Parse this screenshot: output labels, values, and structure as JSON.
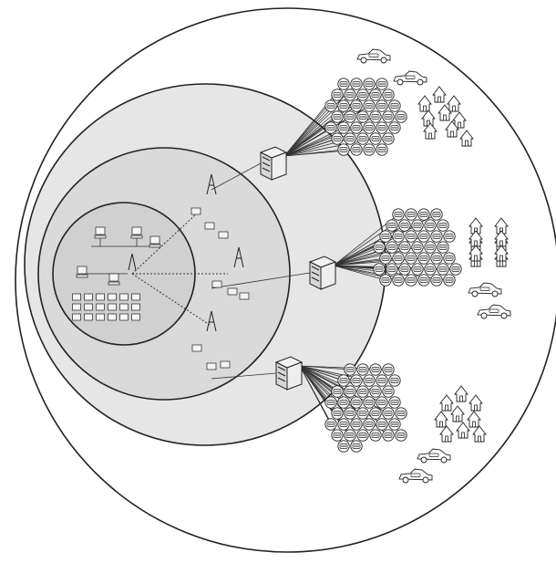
{
  "diagram": {
    "colors": {
      "background": "#ffffff",
      "outer_ring": "#ffffff",
      "middle_ring": "#e6e6e6",
      "inner_ring": "#dadada",
      "core_ring": "#d0d0d0",
      "stroke": "#222222"
    },
    "icons": [
      "server-icon",
      "customer-terminal-icon",
      "house-icon",
      "car-icon",
      "computer-icon",
      "antenna-icon"
    ],
    "groups": [
      {
        "name": "top",
        "customers": 36,
        "houses": 9,
        "cars": 2
      },
      {
        "name": "middle",
        "customers": 40,
        "houses": 10,
        "cars": 2
      },
      {
        "name": "bottom",
        "customers": 40,
        "houses": 9,
        "cars": 2
      }
    ]
  }
}
